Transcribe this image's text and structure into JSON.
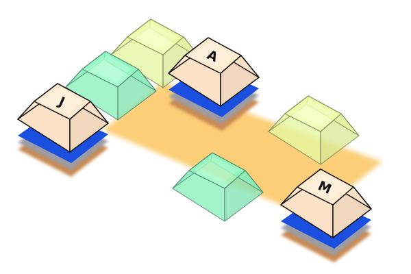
{
  "keys": [
    {
      "id": "j",
      "label": "J",
      "cap_color": "#fde2c8",
      "style": "solid"
    },
    {
      "id": "a",
      "label": "A",
      "cap_color": "#fde2c8",
      "style": "solid"
    },
    {
      "id": "m",
      "label": "M",
      "cap_color": "#fde2c8",
      "style": "solid"
    },
    {
      "id": "yellow-back",
      "label": "",
      "cap_color": "#e4f7a0",
      "style": "translucent"
    },
    {
      "id": "green-left",
      "label": "",
      "cap_color": "#8af0bd",
      "style": "translucent"
    },
    {
      "id": "yellow-right",
      "label": "",
      "cap_color": "#e4f7a0",
      "style": "translucent"
    },
    {
      "id": "green-front",
      "label": "",
      "cap_color": "#8af0bd",
      "style": "translucent"
    }
  ],
  "colors": {
    "board": "#fbc660",
    "plate_blue": "#1a4fe0",
    "plate_grey": "#9a9ba4",
    "plate_brown": "#c98a52",
    "outline": "#111111"
  }
}
